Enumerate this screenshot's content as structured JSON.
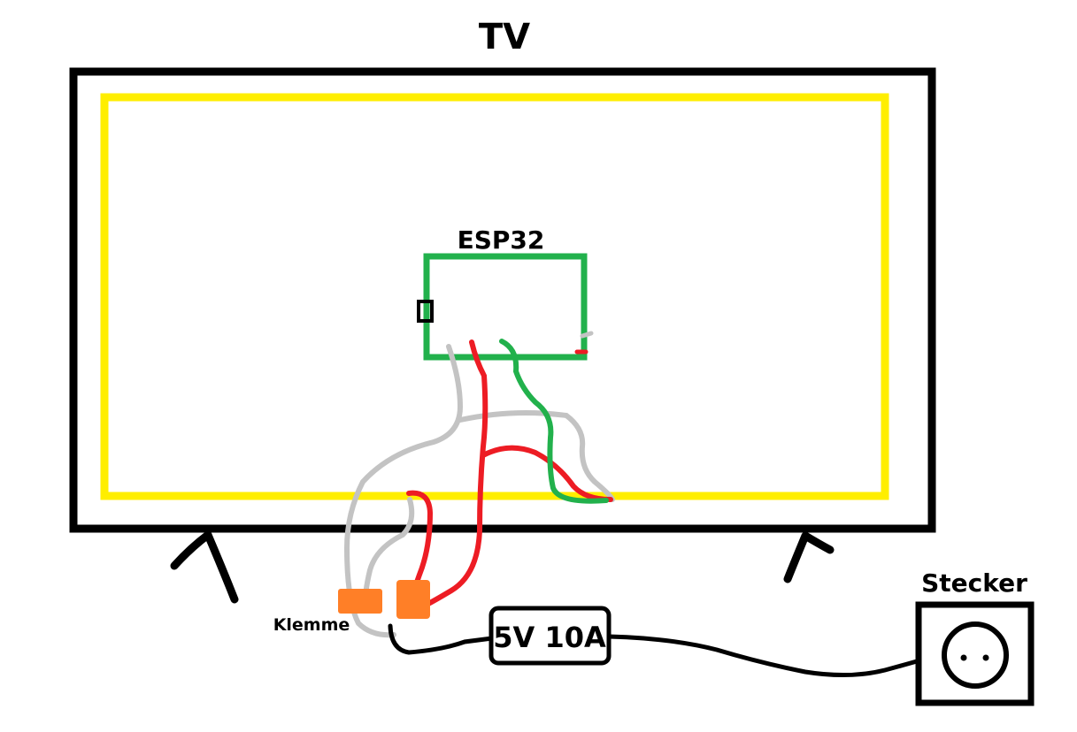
{
  "labels": {
    "tv": "TV",
    "esp32": "ESP32",
    "stecker": "Stecker",
    "klemme": "Klemme",
    "power_supply": "5V 10A"
  },
  "colors": {
    "tv_frame": "#000000",
    "led_strip": "#ffee00",
    "esp32_board": "#22b14c",
    "wire_gray": "#c3c3c3",
    "wire_red": "#ed1c24",
    "wire_green": "#22b14c",
    "connector": "#ff7f27",
    "cable": "#000000"
  }
}
